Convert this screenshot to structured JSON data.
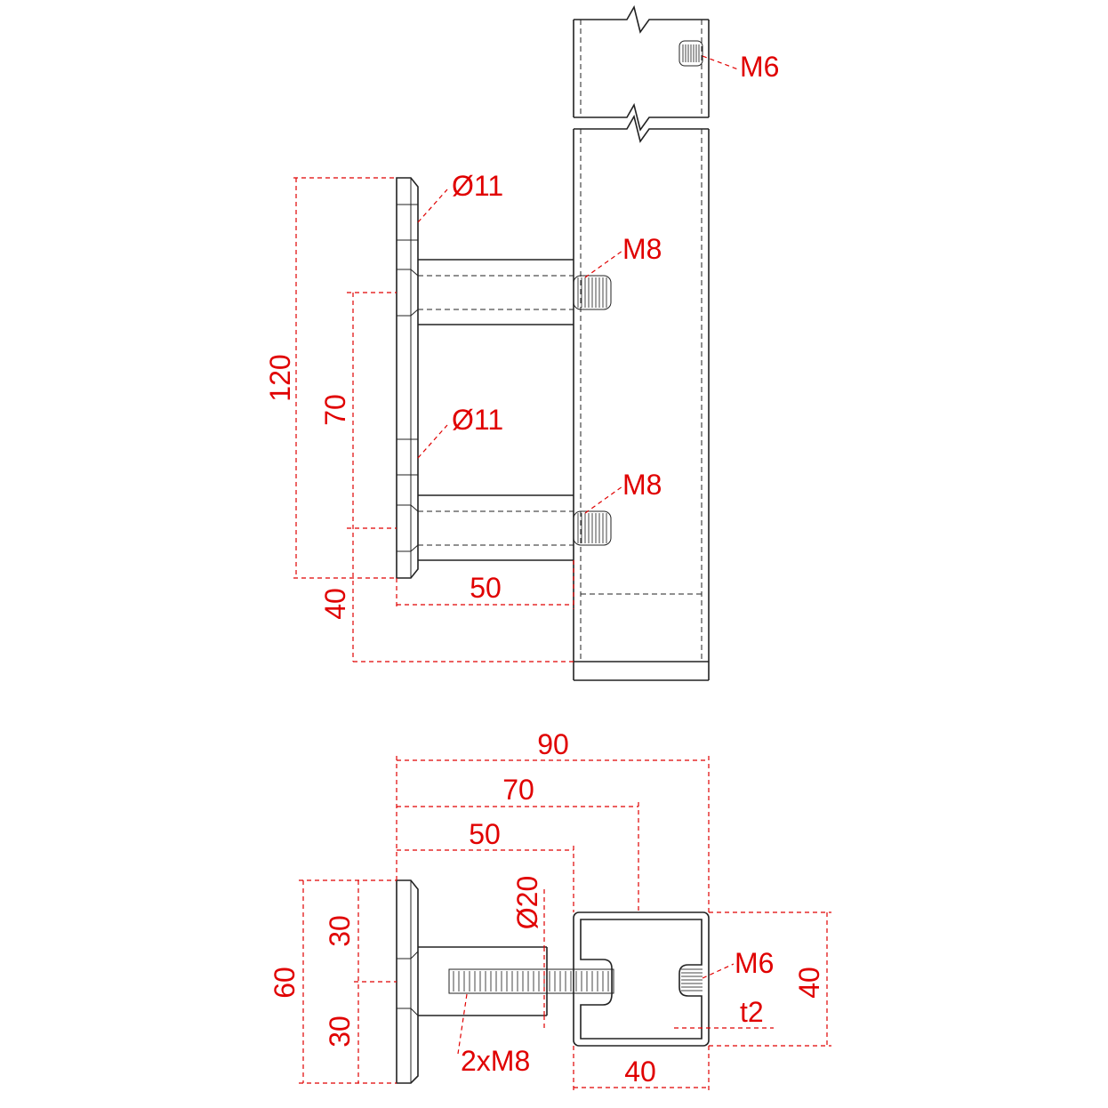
{
  "colors": {
    "outline": "#222222",
    "dimension": "#e00000",
    "background": "#ffffff"
  },
  "side_view": {
    "thread_top": "M6",
    "hole_upper": "Ø11",
    "thread_upper": "M8",
    "hole_lower": "Ø11",
    "thread_lower": "M8",
    "dim_plate_height": "120",
    "dim_hole_spacing": "70",
    "dim_bottom_offset": "40",
    "dim_standoff": "50"
  },
  "top_view": {
    "dim_total": "90",
    "dim_to_tube_center": "70",
    "dim_standoff": "50",
    "dim_bolt_dia": "Ø20",
    "dim_plate_width": "60",
    "dim_half_upper": "30",
    "dim_half_lower": "30",
    "thread_tube": "M6",
    "dim_tube_size": "40",
    "dim_wall": "t2",
    "bolts": "2xM8",
    "dim_tube_width": "40"
  }
}
